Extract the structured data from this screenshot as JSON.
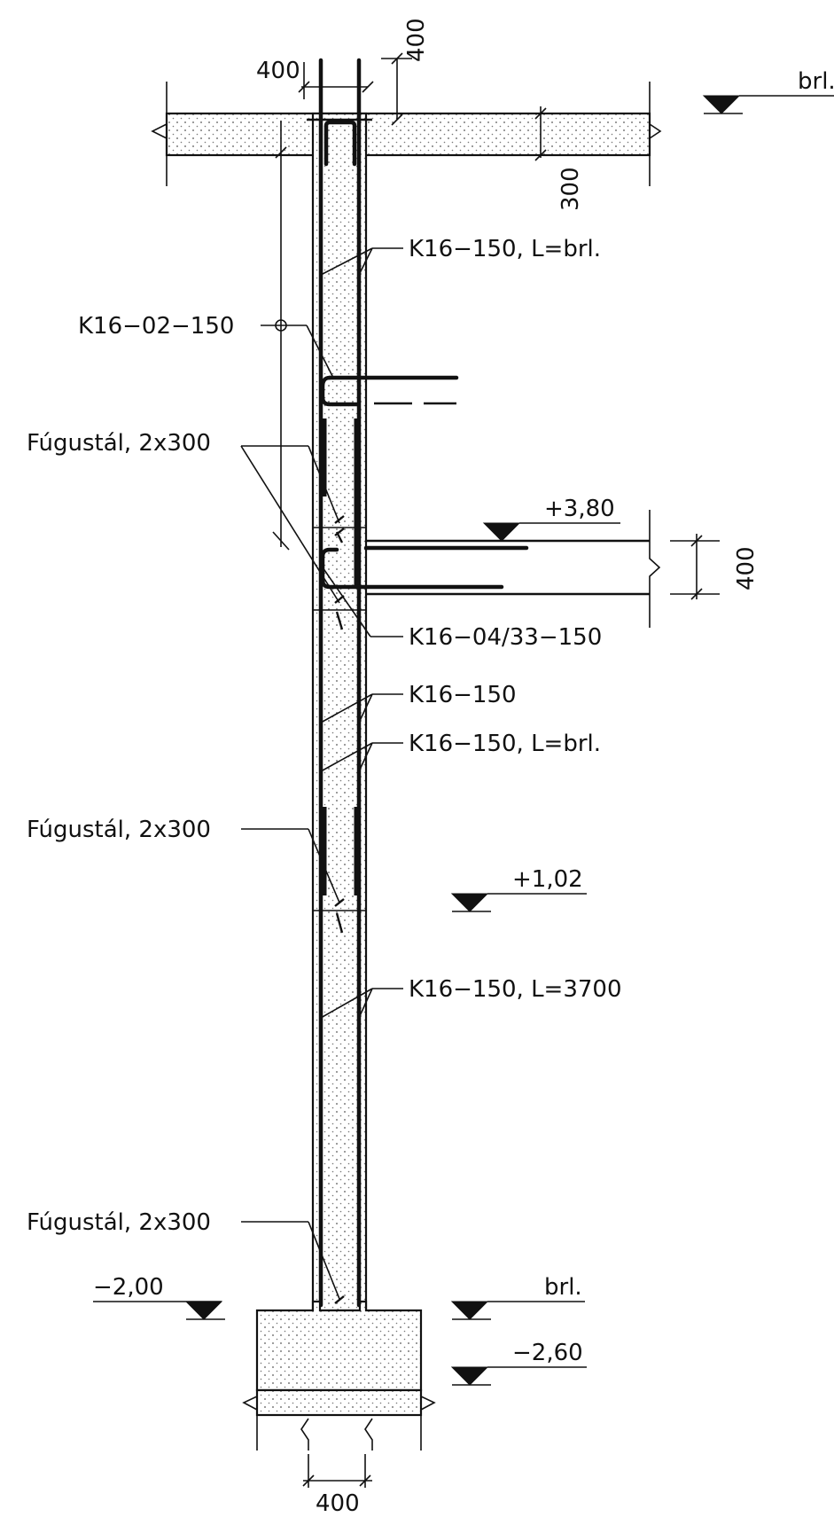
{
  "labels": {
    "dim_top_width": "400",
    "dim_top_height": "400",
    "dim_slab": "300",
    "level_top": "brl.",
    "bar_1": "K16−150,  L=brl.",
    "bar_2": "K16−02−150",
    "joint_1": "Fúgustál,  2x300",
    "level_380": "+3,80",
    "dim_beam": "400",
    "bar_3": "K16−04/33−150",
    "bar_4": "K16−150",
    "bar_5": "K16−150,  L=brl.",
    "joint_2": "Fúgustál,  2x300",
    "level_102": "+1,02",
    "bar_6": "K16−150,  L=3700",
    "joint_3": "Fúgustál,  2x300",
    "level_m200": "−2,00",
    "level_brl_bottom": "brl.",
    "level_m260": "−2,60",
    "dim_bottom_width": "400"
  },
  "colors": {
    "line": "#111111",
    "background": "#ffffff"
  }
}
